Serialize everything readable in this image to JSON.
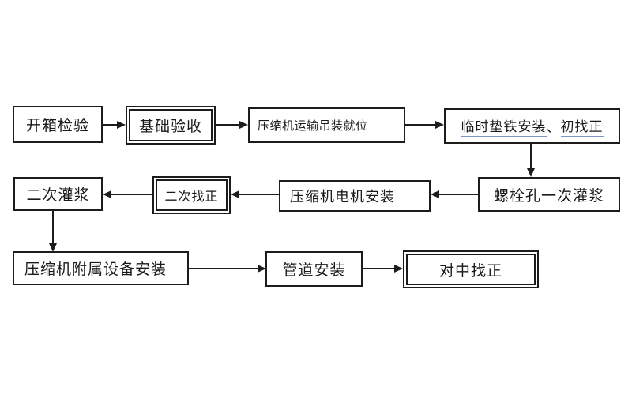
{
  "diagram": {
    "title": "compressor-installation-flowchart",
    "colors": {
      "background": "#ffffff",
      "line": "#1c1c1c",
      "text": "#1a1a1a",
      "underline": "#7d96c4"
    },
    "nodes": [
      {
        "id": "n1",
        "label": "开箱检验",
        "border": "single"
      },
      {
        "id": "n2",
        "label": "基础验收",
        "border": "double"
      },
      {
        "id": "n3",
        "label": "压缩机运输吊装就位",
        "border": "single"
      },
      {
        "id": "n4",
        "label": "临时垫铁安装、初找正",
        "border": "single",
        "parts": [
          {
            "text": "临时垫铁安装",
            "underline": true
          },
          {
            "text": "、",
            "underline": false
          },
          {
            "text": "初找正",
            "underline": true
          }
        ]
      },
      {
        "id": "n5",
        "label": "螺栓孔一次灌浆",
        "border": "single"
      },
      {
        "id": "n6",
        "label": "压缩机电机安装",
        "border": "single"
      },
      {
        "id": "n7",
        "label": "二次找正",
        "border": "double"
      },
      {
        "id": "n8",
        "label": "二次灌浆",
        "border": "single"
      },
      {
        "id": "n9",
        "label": "压缩机附属设备安装",
        "border": "single"
      },
      {
        "id": "n10",
        "label": "管道安装",
        "border": "single"
      },
      {
        "id": "n11",
        "label": "对中找正",
        "border": "double"
      }
    ],
    "edges": [
      {
        "from": "开箱检验",
        "to": "基础验收"
      },
      {
        "from": "基础验收",
        "to": "压缩机运输吊装就位"
      },
      {
        "from": "压缩机运输吊装就位",
        "to": "临时垫铁安装、初找正"
      },
      {
        "from": "临时垫铁安装、初找正",
        "to": "螺栓孔一次灌浆"
      },
      {
        "from": "螺栓孔一次灌浆",
        "to": "压缩机电机安装"
      },
      {
        "from": "压缩机电机安装",
        "to": "二次找正"
      },
      {
        "from": "二次找正",
        "to": "二次灌浆"
      },
      {
        "from": "二次灌浆",
        "to": "压缩机附属设备安装"
      },
      {
        "from": "压缩机附属设备安装",
        "to": "管道安装"
      },
      {
        "from": "管道安装",
        "to": "对中找正"
      }
    ]
  }
}
